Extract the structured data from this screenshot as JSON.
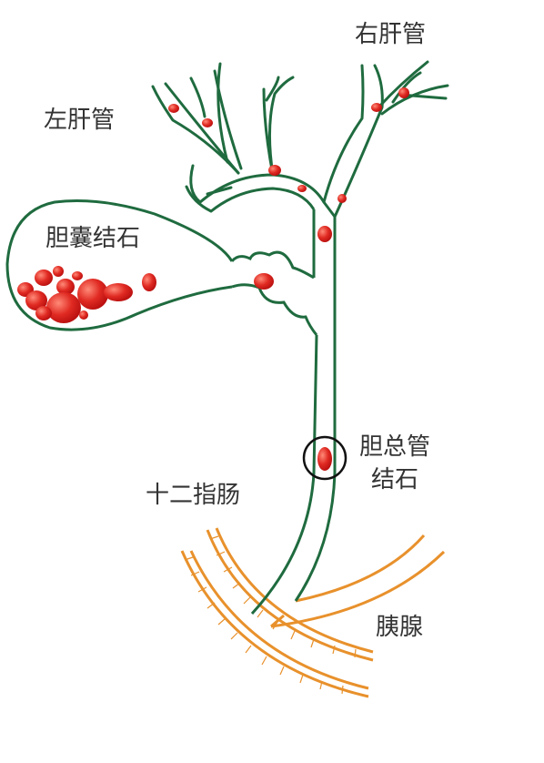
{
  "labels": {
    "right_hepatic_duct": "右肝管",
    "left_hepatic_duct": "左肝管",
    "gallbladder_stones": "胆囊结石",
    "cbd_stone_line1": "胆总管",
    "cbd_stone_line2": "结石",
    "duodenum": "十二指肠",
    "pancreas": "胰腺"
  },
  "colors": {
    "duct": "#1f6b3f",
    "duodenum_pancreas": "#e8912c",
    "stone": "#d81e1e",
    "stone_highlight": "#ff7a6a",
    "text": "#333333"
  }
}
